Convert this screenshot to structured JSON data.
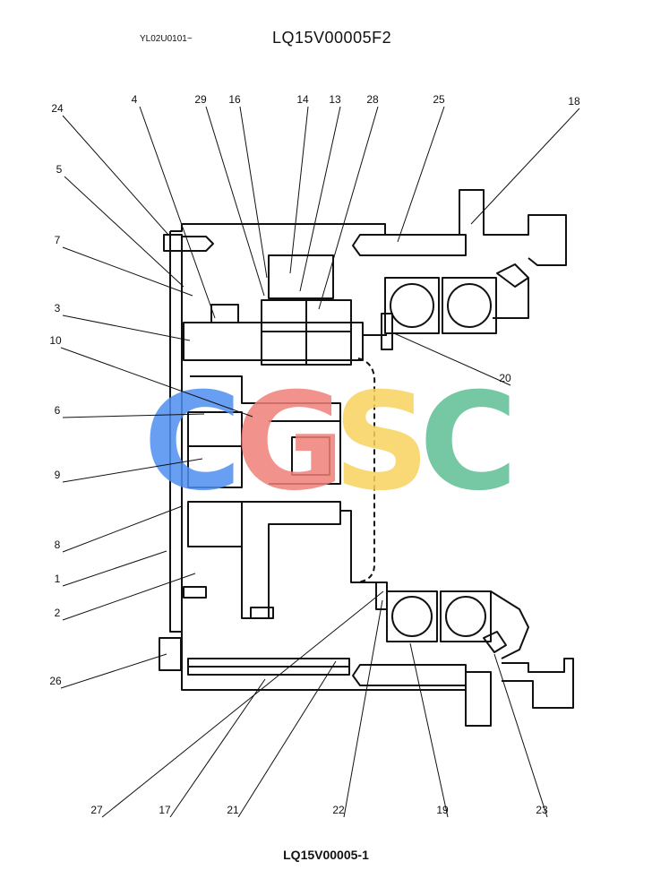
{
  "header": {
    "serial": "YL02U0101~",
    "drawing_code": "LQ15V00005F2"
  },
  "footer": {
    "figure_code": "LQ15V00005-1"
  },
  "watermark": {
    "letters": [
      "C",
      "G",
      "S",
      "C"
    ],
    "colors": [
      "#4f8ff0",
      "#f0807a",
      "#f8d35e",
      "#5dbf94"
    ]
  },
  "callouts": [
    "24",
    "4",
    "29",
    "16",
    "14",
    "13",
    "28",
    "25",
    "18",
    "5",
    "7",
    "3",
    "10",
    "20",
    "6",
    "9",
    "8",
    "1",
    "2",
    "26",
    "27",
    "17",
    "21",
    "22",
    "19",
    "23"
  ]
}
